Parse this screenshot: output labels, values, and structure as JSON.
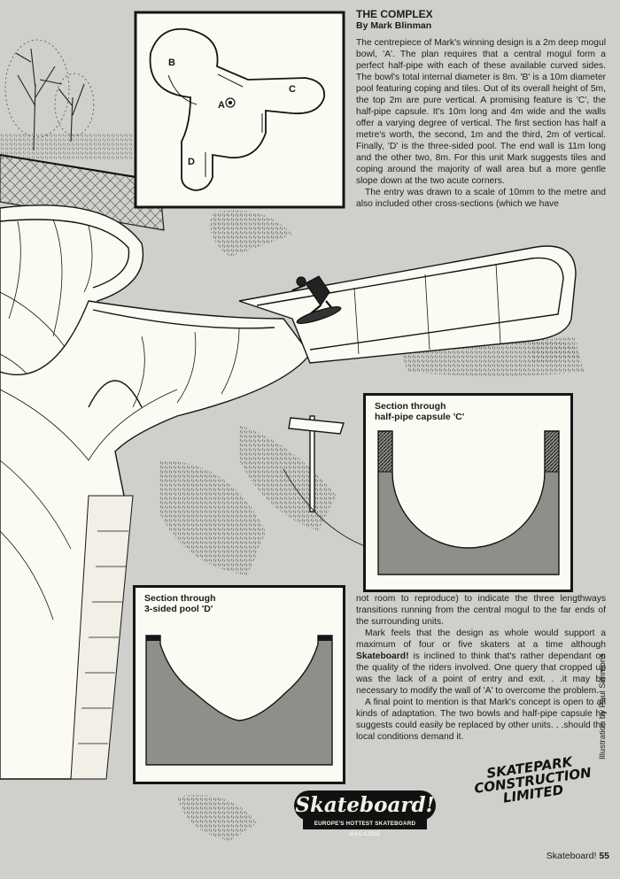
{
  "article": {
    "title": "THE COMPLEX",
    "byline": "By Mark Blinman",
    "paragraphs": [
      "The centrepiece of Mark's winning design is a 2m deep mogul bowl, 'A'. The plan requires that a central mogul form a perfect half-pipe with each of these available curved sides. The bowl's total internal diameter is 8m. 'B' is a 10m diameter pool featuring coping and tiles. Out of its overall height of 5m, the top 2m are pure vertical. A promising feature is 'C', the half-pipe capsule. It's 10m long and 4m wide and the walls offer a varying degree of vertical. The first section has half a metre's worth, the second, 1m and the third, 2m of vertical. Finally, 'D' is the three-sided pool. The end wall is 11m long and the other two, 8m. For this unit Mark suggests tiles and coping around the majority of wall area but a more gentle slope down at the two acute corners.",
      "The entry was drawn to a scale of 10mm to the metre and also included other cross-sections (which we have"
    ],
    "continuation_first": "not room to reproduce) to indicate the three lengthways transitions running from the central mogul to the far ends of the surrounding units.",
    "p2_before": "Mark feels that the design as whole would support a maximum of four or five skaters at a time although ",
    "p2_bold": "Skateboard!",
    "p2_after": " is inclined to think that's rather dependant on the quality of the riders involved. One query that cropped up was the lack of a point of entry and exit. . .it may be necessary to modify the wall of 'A' to overcome the problem.",
    "p3": "A final point to mention is that Mark's concept is open to all kinds of adaptation. The two bowls and half-pipe capsule he suggests could easily be replaced by other units. . .should the local conditions demand it."
  },
  "plan": {
    "labels": [
      "B",
      "A",
      "C",
      "D"
    ]
  },
  "sections": {
    "capsule_title_line1": "Section through",
    "capsule_title_line2": "half-pipe capsule 'C'",
    "pool_title_line1": "Section through",
    "pool_title_line2": "3-sided pool 'D'"
  },
  "credit": "Illustration by Paul Simmons",
  "logo": {
    "main": "Skateboard!",
    "tagline": "EUROPE'S HOTTEST SKATEBOARD MAGAZINE"
  },
  "sponsor": {
    "line1": "SKATEPARK",
    "line2": "CONSTRUCTION",
    "line3": "LIMITED"
  },
  "footer": {
    "magazine": "Skateboard!",
    "page": "55"
  },
  "colors": {
    "paper": "#cfcfcb",
    "ink": "#151515",
    "box_fill": "#fbfaf3",
    "section_grey": "#8f8f8a"
  }
}
